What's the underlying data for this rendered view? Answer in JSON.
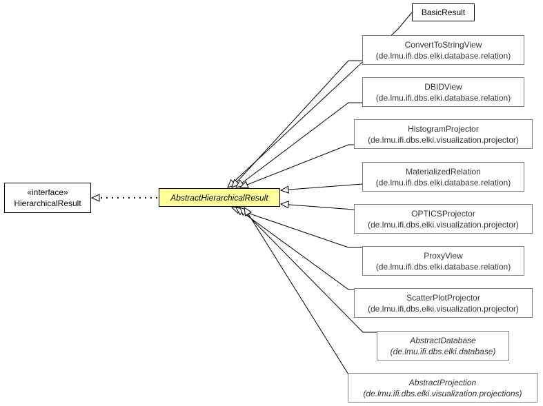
{
  "center": {
    "name": "AbstractHierarchicalResult",
    "italic": true
  },
  "interface": {
    "stereotype": "«interface»",
    "name": "HierarchicalResult"
  },
  "subclasses": [
    {
      "name": "BasicResult",
      "package": "",
      "italic": false,
      "emphasis": "strong"
    },
    {
      "name": "ConvertToStringView",
      "package": "(de.lmu.ifi.dbs.elki.database.relation)",
      "italic": false,
      "emphasis": "muted"
    },
    {
      "name": "DBIDView",
      "package": "(de.lmu.ifi.dbs.elki.database.relation)",
      "italic": false,
      "emphasis": "muted"
    },
    {
      "name": "HistogramProjector",
      "package": "(de.lmu.ifi.dbs.elki.visualization.projector)",
      "italic": false,
      "emphasis": "muted"
    },
    {
      "name": "MaterializedRelation",
      "package": "(de.lmu.ifi.dbs.elki.database.relation)",
      "italic": false,
      "emphasis": "muted"
    },
    {
      "name": "OPTICSProjector",
      "package": "(de.lmu.ifi.dbs.elki.visualization.projector)",
      "italic": false,
      "emphasis": "muted"
    },
    {
      "name": "ProxyView",
      "package": "(de.lmu.ifi.dbs.elki.database.relation)",
      "italic": false,
      "emphasis": "muted"
    },
    {
      "name": "ScatterPlotProjector",
      "package": "(de.lmu.ifi.dbs.elki.visualization.projector)",
      "italic": false,
      "emphasis": "muted"
    },
    {
      "name": "AbstractDatabase",
      "package": "(de.lmu.ifi.dbs.elki.database)",
      "italic": true,
      "emphasis": "muted"
    },
    {
      "name": "AbstractProjection",
      "package": "(de.lmu.ifi.dbs.elki.visualization.projections)",
      "italic": true,
      "emphasis": "muted"
    }
  ],
  "colors": {
    "focus_fill": "#ffff99",
    "line": "#000000",
    "muted_border": "#7f7f7f"
  }
}
